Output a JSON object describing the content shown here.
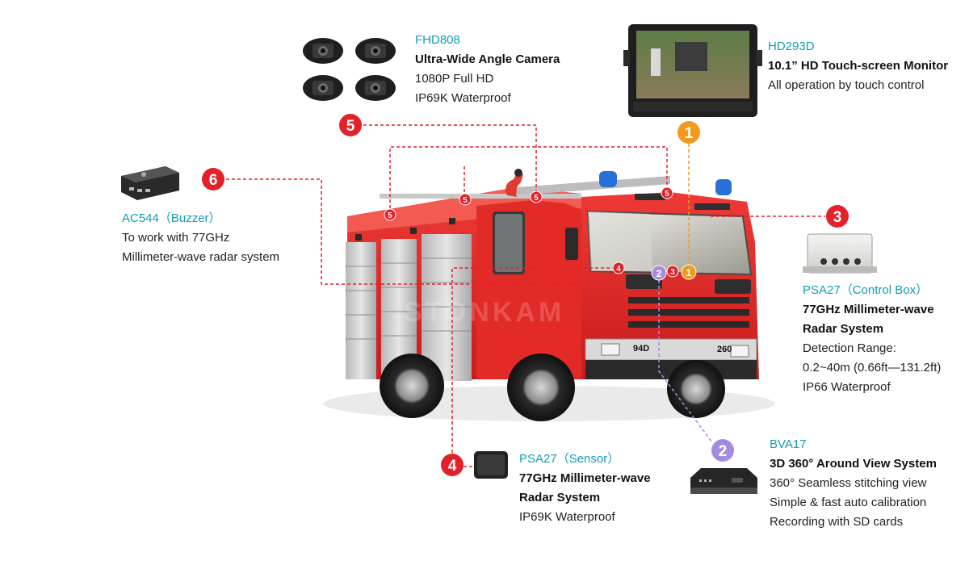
{
  "products": {
    "camera": {
      "model": "FHD808",
      "name": "Ultra-Wide Angle Camera",
      "specs": [
        "1080P Full HD",
        "IP69K Waterproof"
      ]
    },
    "monitor": {
      "model": "HD293D",
      "name": "10.1” HD Touch-screen Monitor",
      "specs": [
        "All operation by touch control"
      ]
    },
    "buzzer": {
      "model": "AC544（Buzzer）",
      "specs": [
        "To work with 77GHz",
        "Millimeter-wave radar system"
      ]
    },
    "control_box": {
      "model": "PSA27（Control Box）",
      "name_lines": [
        "77GHz Millimeter-wave",
        "Radar System"
      ],
      "specs": [
        "Detection Range:",
        "0.2~40m (0.66ft—131.2ft)",
        "IP66 Waterproof"
      ]
    },
    "sensor": {
      "model": "PSA27（Sensor）",
      "name_lines": [
        "77GHz Millimeter-wave",
        "Radar System"
      ],
      "specs": [
        "IP69K Waterproof"
      ]
    },
    "around_view": {
      "model": "BVA17",
      "name": "3D 360° Around View System",
      "specs": [
        "360° Seamless stitching view",
        "Simple & fast auto calibration",
        "Recording with SD cards"
      ]
    }
  },
  "badges": {
    "one": "1",
    "two": "2",
    "three": "3",
    "four": "4",
    "five": "5",
    "six": "6"
  },
  "truck": {
    "plate_left": "94D",
    "plate_right": "260",
    "watermark": "STONKAM"
  },
  "colors": {
    "red": "#e3212b",
    "orange": "#f39a1e",
    "purple": "#a58be0",
    "teal": "#139db5",
    "truck_red": "#e02a2a"
  }
}
